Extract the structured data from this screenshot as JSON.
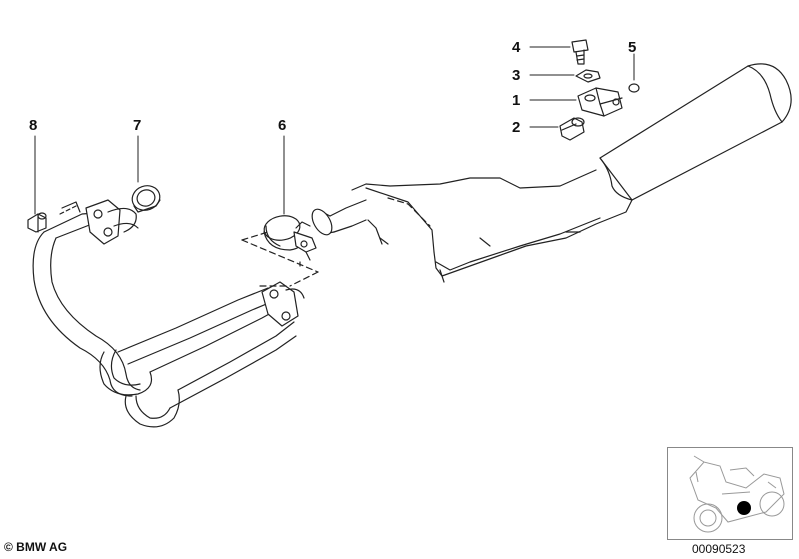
{
  "callouts": {
    "n1": "1",
    "n2": "2",
    "n3": "3",
    "n4": "4",
    "n5": "5",
    "n6": "6",
    "n7": "7",
    "n8": "8"
  },
  "footer": {
    "copyright": "© BMW AG",
    "diagram_code": "00090523"
  },
  "colors": {
    "line": "#222222",
    "highlight_dot": "#000000"
  }
}
